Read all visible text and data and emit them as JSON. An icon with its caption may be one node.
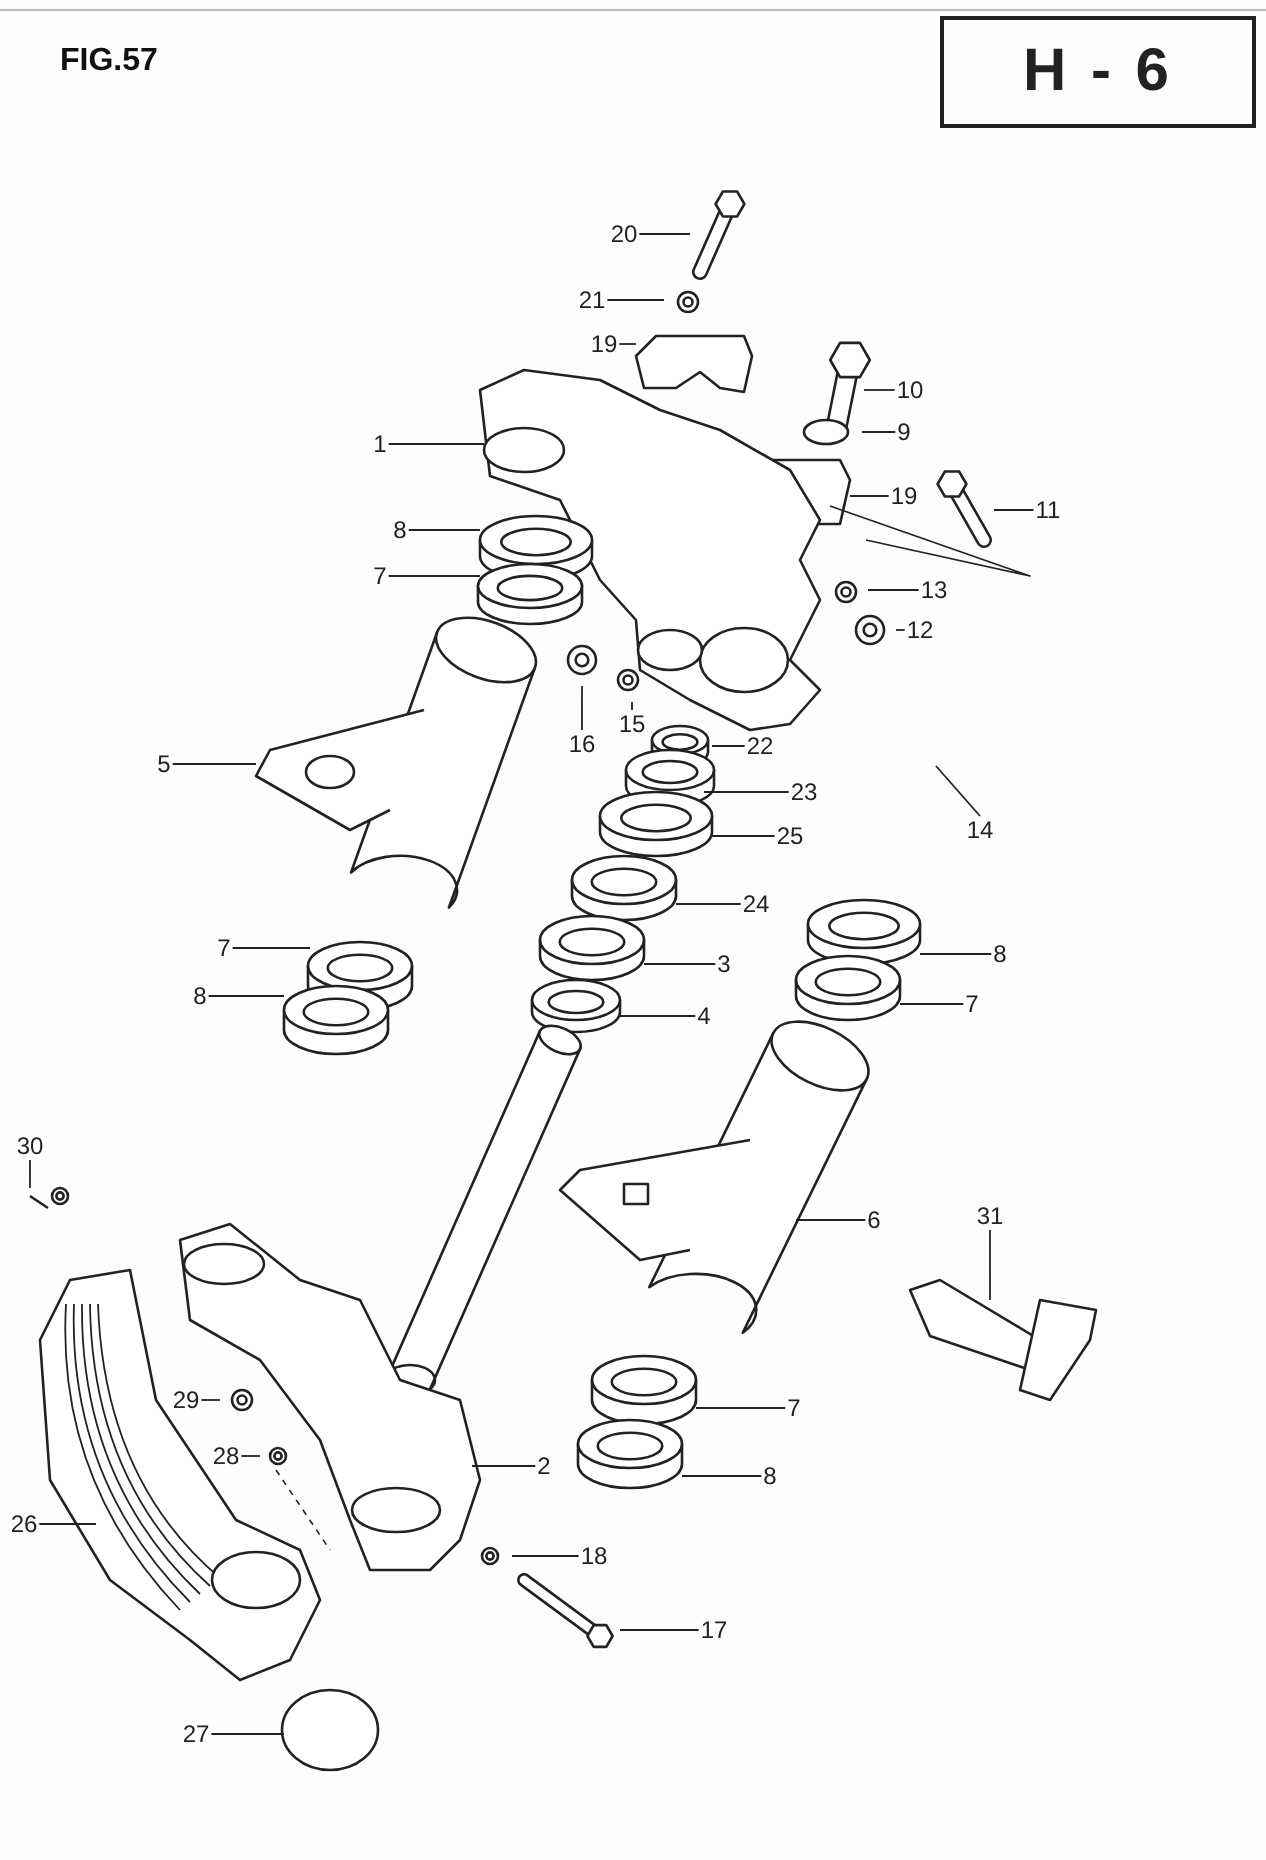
{
  "diagram": {
    "title": "FIG.57",
    "nodes": [
      {
        "text": [
          "H - 6"
        ]
      },
      {
        "text": [
          "20"
        ]
      },
      {
        "text": [
          "21"
        ]
      },
      {
        "text": [
          "19"
        ]
      },
      {
        "text": [
          "10"
        ]
      },
      {
        "text": [
          "9"
        ]
      },
      {
        "text": [
          "1"
        ]
      },
      {
        "text": [
          "19"
        ]
      },
      {
        "text": [
          "11"
        ]
      },
      {
        "text": [
          "8"
        ]
      },
      {
        "text": [
          "7"
        ]
      },
      {
        "text": [
          "13"
        ]
      },
      {
        "text": [
          "12"
        ]
      },
      {
        "text": [
          "15"
        ]
      },
      {
        "text": [
          "16"
        ]
      },
      {
        "text": [
          "22"
        ]
      },
      {
        "text": [
          "5"
        ]
      },
      {
        "text": [
          "23"
        ]
      },
      {
        "text": [
          "14"
        ]
      },
      {
        "text": [
          "25"
        ]
      },
      {
        "text": [
          "24"
        ]
      },
      {
        "text": [
          "7"
        ]
      },
      {
        "text": [
          "8"
        ]
      },
      {
        "text": [
          "3"
        ]
      },
      {
        "text": [
          "8"
        ]
      },
      {
        "text": [
          "7"
        ]
      },
      {
        "text": [
          "4"
        ]
      },
      {
        "text": [
          "30"
        ]
      },
      {
        "text": [
          "31"
        ]
      },
      {
        "text": [
          "6"
        ]
      },
      {
        "text": [
          "29"
        ]
      },
      {
        "text": [
          "7"
        ]
      },
      {
        "text": [
          "28"
        ]
      },
      {
        "text": [
          "2"
        ]
      },
      {
        "text": [
          "8"
        ]
      },
      {
        "text": [
          "26"
        ]
      },
      {
        "text": [
          "18"
        ]
      },
      {
        "text": [
          "17"
        ]
      },
      {
        "text": [
          "27"
        ]
      }
    ],
    "edges": [
      {
        "from": 1,
        "to": null,
        "arrow": "none"
      },
      {
        "from": 2,
        "to": null,
        "arrow": "none"
      },
      {
        "from": 3,
        "to": null,
        "arrow": "none"
      },
      {
        "from": 4,
        "to": null,
        "arrow": "none"
      },
      {
        "from": 5,
        "to": null,
        "arrow": "none"
      },
      {
        "from": 6,
        "to": null,
        "arrow": "none"
      },
      {
        "from": 7,
        "to": null,
        "arrow": "none"
      },
      {
        "from": 8,
        "to": null,
        "arrow": "none"
      },
      {
        "from": 9,
        "to": null,
        "arrow": "none"
      },
      {
        "from": 10,
        "to": null,
        "arrow": "none"
      },
      {
        "from": 11,
        "to": null,
        "arrow": "none"
      },
      {
        "from": 12,
        "to": null,
        "arrow": "none"
      },
      {
        "from": 13,
        "to": null,
        "arrow": "none"
      },
      {
        "from": 14,
        "to": null,
        "arrow": "none"
      },
      {
        "from": 15,
        "to": null,
        "arrow": "none"
      },
      {
        "from": 16,
        "to": null,
        "arrow": "none"
      },
      {
        "from": 17,
        "to": null,
        "arrow": "none"
      },
      {
        "from": 18,
        "to": null,
        "arrow": "none"
      },
      {
        "from": 19,
        "to": null,
        "arrow": "none"
      },
      {
        "from": 20,
        "to": null,
        "arrow": "none"
      },
      {
        "from": 21,
        "to": null,
        "arrow": "none"
      },
      {
        "from": 22,
        "to": null,
        "arrow": "none"
      },
      {
        "from": 23,
        "to": null,
        "arrow": "none"
      },
      {
        "from": 24,
        "to": null,
        "arrow": "none"
      },
      {
        "from": 25,
        "to": null,
        "arrow": "none"
      },
      {
        "from": 26,
        "to": null,
        "arrow": "none"
      },
      {
        "from": 27,
        "to": null,
        "arrow": "none"
      },
      {
        "from": 28,
        "to": null,
        "arrow": "none"
      },
      {
        "from": 29,
        "to": null,
        "arrow": "none"
      },
      {
        "from": 30,
        "to": null,
        "arrow": "none"
      },
      {
        "from": 31,
        "to": null,
        "arrow": "none"
      },
      {
        "from": 32,
        "to": null,
        "arrow": "none"
      },
      {
        "from": 33,
        "to": null,
        "arrow": "none"
      },
      {
        "from": 34,
        "to": null,
        "arrow": "none"
      },
      {
        "from": 35,
        "to": null,
        "arrow": "none"
      },
      {
        "from": 36,
        "to": null,
        "arrow": "none"
      },
      {
        "from": 37,
        "to": null,
        "arrow": "none"
      },
      {
        "from": 38,
        "to": null,
        "arrow": "none"
      }
    ]
  }
}
